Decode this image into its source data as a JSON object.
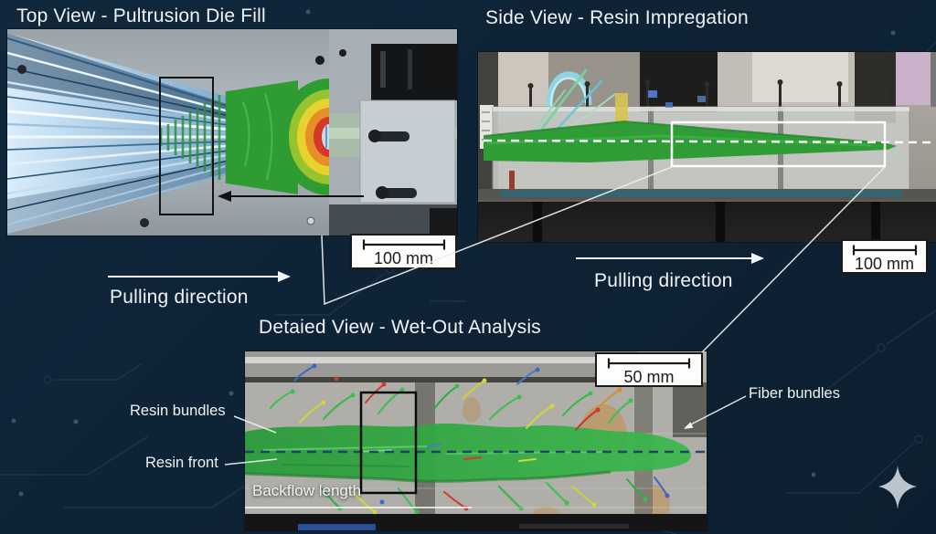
{
  "slide": {
    "top_view": {
      "title": "Top View - Pultrusion Die Fill",
      "pulling_direction": "Pulling direction",
      "scale": "100 mm"
    },
    "side_view": {
      "title": "Side View - Resin Impregation",
      "pulling_direction": "Pulling direction",
      "scale": "100 mm"
    },
    "detail_view": {
      "title": "Detaied View - Wet-Out Analysis",
      "scale": "50 mm",
      "resin_bundles": "Resin bundles",
      "resin_front": "Resin front",
      "backflow_length": "Backflow length",
      "fiber_bundles": "Fiber bundles"
    },
    "icons": {
      "sparkle": "four-pointed sparkle"
    },
    "colors": {
      "background": "#0e2336",
      "title_text": "#f0f3f6",
      "resin_green": "#2f9e38",
      "fiber_blue": "#7fb3d8",
      "circuit_trace": "#28506e",
      "scale_box": "#ffffff"
    }
  }
}
